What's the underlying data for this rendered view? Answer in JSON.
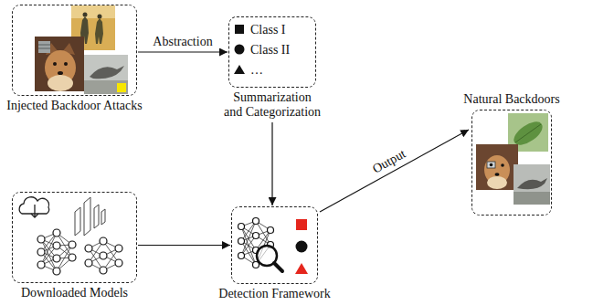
{
  "diagram": {
    "nodes": [
      {
        "text": [
          "Injected Backdoor Attacks"
        ]
      },
      {
        "text": [
          "Class I",
          "Class II",
          "…",
          "Summarization and Categorization"
        ]
      },
      {
        "text": [
          "Downloaded Models"
        ]
      },
      {
        "text": [
          "Detection Framework"
        ]
      },
      {
        "text": [
          "Natural Backdoors"
        ]
      }
    ],
    "edges": [
      {
        "from": 0,
        "to": 1,
        "arrow": "to",
        "label": "Abstraction"
      },
      {
        "from": 1,
        "to": 3,
        "arrow": "to"
      },
      {
        "from": 2,
        "to": 3,
        "arrow": "to"
      },
      {
        "from": 3,
        "to": 4,
        "arrow": "to",
        "label": "Output"
      }
    ]
  }
}
